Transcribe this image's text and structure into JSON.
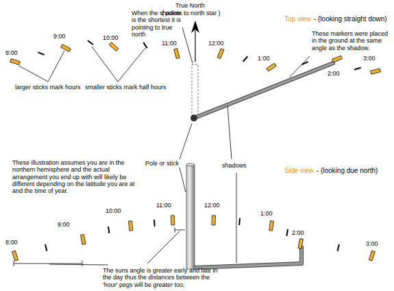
{
  "diagram": {
    "labels": [
      "True North",
      "( points to north star )",
      "When the shadow is the shortest it is pointing to true north",
      "Top view",
      "- (looking straight down)",
      "These markers were placed in the ground at the same angle as the shadow.",
      "8:00",
      "9:00",
      "10:00",
      "11:00",
      "12:00",
      "1:00",
      "2:00",
      "3:00",
      "larger sticks mark hours",
      "smaller sticks mark half hours",
      "These illustration assumes you are in the northern hemisphere and the actual arrangement you end up with will likely be different depending on the latitude you are at and the time of year.",
      "Pole or stick",
      "shadows",
      "Side view",
      "- (looking due north)",
      "8:00",
      "9:00",
      "10:00",
      "11:00",
      "12:00",
      "1:00",
      "2:00",
      "3:00",
      "The suns angle is greater early and late in the day thus the distances between the 'hour' pegs will be greater too."
    ]
  }
}
